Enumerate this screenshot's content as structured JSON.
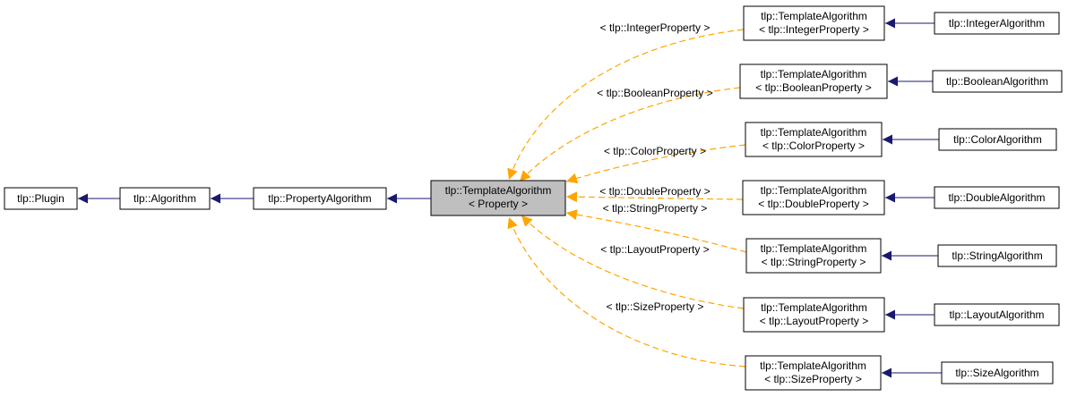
{
  "nodes": {
    "plugin": [
      "tlp::Plugin"
    ],
    "algorithm": [
      "tlp::Algorithm"
    ],
    "property_algorithm": [
      "tlp::PropertyAlgorithm"
    ],
    "template_algorithm": [
      "tlp::TemplateAlgorithm",
      "< Property >"
    ],
    "tmpl_integer": [
      "tlp::TemplateAlgorithm",
      "< tlp::IntegerProperty >"
    ],
    "tmpl_boolean": [
      "tlp::TemplateAlgorithm",
      "< tlp::BooleanProperty >"
    ],
    "tmpl_color": [
      "tlp::TemplateAlgorithm",
      "< tlp::ColorProperty >"
    ],
    "tmpl_double": [
      "tlp::TemplateAlgorithm",
      "< tlp::DoubleProperty >"
    ],
    "tmpl_string": [
      "tlp::TemplateAlgorithm",
      "< tlp::StringProperty >"
    ],
    "tmpl_layout": [
      "tlp::TemplateAlgorithm",
      "< tlp::LayoutProperty >"
    ],
    "tmpl_size": [
      "tlp::TemplateAlgorithm",
      "< tlp::SizeProperty >"
    ],
    "integer_algorithm": [
      "tlp::IntegerAlgorithm"
    ],
    "boolean_algorithm": [
      "tlp::BooleanAlgorithm"
    ],
    "color_algorithm": [
      "tlp::ColorAlgorithm"
    ],
    "double_algorithm": [
      "tlp::DoubleAlgorithm"
    ],
    "string_algorithm": [
      "tlp::StringAlgorithm"
    ],
    "layout_algorithm": [
      "tlp::LayoutAlgorithm"
    ],
    "size_algorithm": [
      "tlp::SizeAlgorithm"
    ]
  },
  "edge_labels": {
    "integer": "< tlp::IntegerProperty >",
    "boolean": "< tlp::BooleanProperty >",
    "color": "< tlp::ColorProperty >",
    "double": "< tlp::DoubleProperty >",
    "string": "< tlp::StringProperty >",
    "layout": "< tlp::LayoutProperty >",
    "size": "< tlp::SizeProperty >"
  },
  "colors": {
    "inheritance_edge": "#191970",
    "template_edge": "#ffa500",
    "focus_node_fill": "#bfbfbf"
  }
}
